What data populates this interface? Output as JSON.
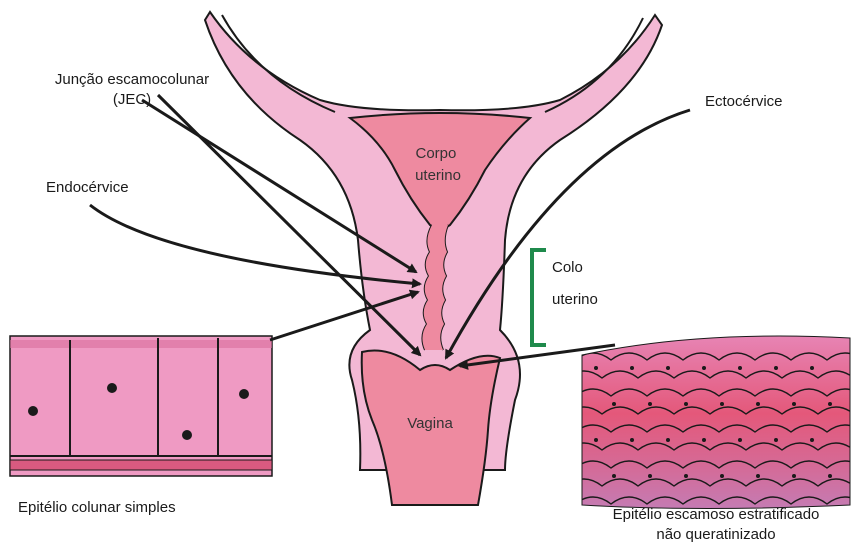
{
  "labels": {
    "jec_line1": "Junção escamocolunar",
    "jec_line2": "(JEC)",
    "ectocervice": "Ectocérvice",
    "endocervice": "Endocérvice",
    "corpo_line1": "Corpo",
    "corpo_line2": "uterino",
    "colo_line1": "Colo",
    "colo_line2": "uterino",
    "vagina": "Vagina",
    "columnar_caption": "Epitélio colunar simples",
    "squamous_caption_line1": "Epitélio escamoso estratificado",
    "squamous_caption_line2": "não queratinizado"
  },
  "colors": {
    "tissue_outer": "#f3b8d4",
    "tissue_inner": "#ee8aa0",
    "outline": "#1a1a1a",
    "bracket": "#1f8a4c",
    "columnar_cells": "#ef9ac3",
    "squamous_top": "#e784b4",
    "squamous_middle": "#e4587a",
    "squamous_bottom": "#c57bb3"
  }
}
